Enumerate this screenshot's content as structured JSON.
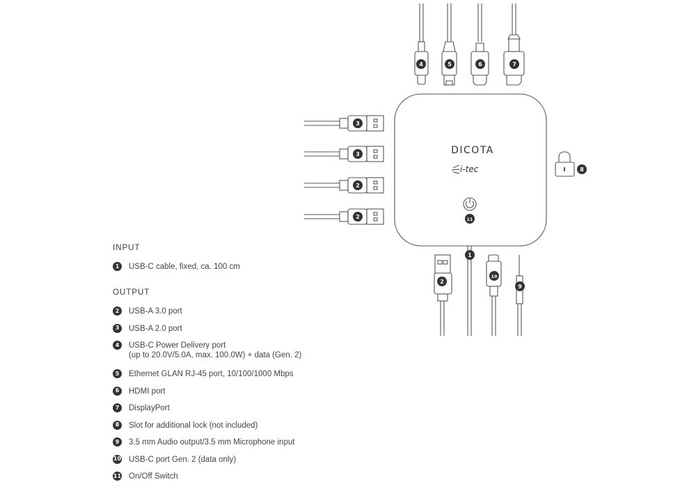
{
  "device": {
    "brand": "DICOTA",
    "sub_brand": "i-tec"
  },
  "callouts": {
    "port_4": "4",
    "port_5": "5",
    "port_6": "6",
    "port_7": "7",
    "left_3a": "3",
    "left_3b": "3",
    "left_2a": "2",
    "left_2b": "2",
    "lock_8": "8",
    "power_11": "11",
    "bottom_1": "1",
    "bottom_2": "2",
    "bottom_10": "10",
    "bottom_9": "9"
  },
  "legend": {
    "input_heading": "INPUT",
    "input_items": [
      {
        "num": "1",
        "text": "USB-C cable, fixed, ca. 100 cm"
      }
    ],
    "output_heading": "OUTPUT",
    "output_items": [
      {
        "num": "2",
        "text": "USB-A 3.0 port"
      },
      {
        "num": "3",
        "text": "USB-A 2.0 port"
      },
      {
        "num": "4",
        "text": "USB-C Power Delivery port",
        "text2": "(up to 20.0V/5.0A, max. 100.0W) + data (Gen. 2)"
      },
      {
        "num": "5",
        "text": "Ethernet GLAN RJ-45 port, 10/100/1000 Mbps"
      },
      {
        "num": "6",
        "text": "HDMI port"
      },
      {
        "num": "7",
        "text": "DisplayPort"
      },
      {
        "num": "8",
        "text": "Slot for additional lock (not included)"
      },
      {
        "num": "9",
        "text": "3.5 mm Audio output/3.5 mm Microphone input"
      },
      {
        "num": "10",
        "text": "USB-C port Gen. 2 (data only)"
      },
      {
        "num": "11",
        "text": "On/Off Switch"
      }
    ]
  }
}
